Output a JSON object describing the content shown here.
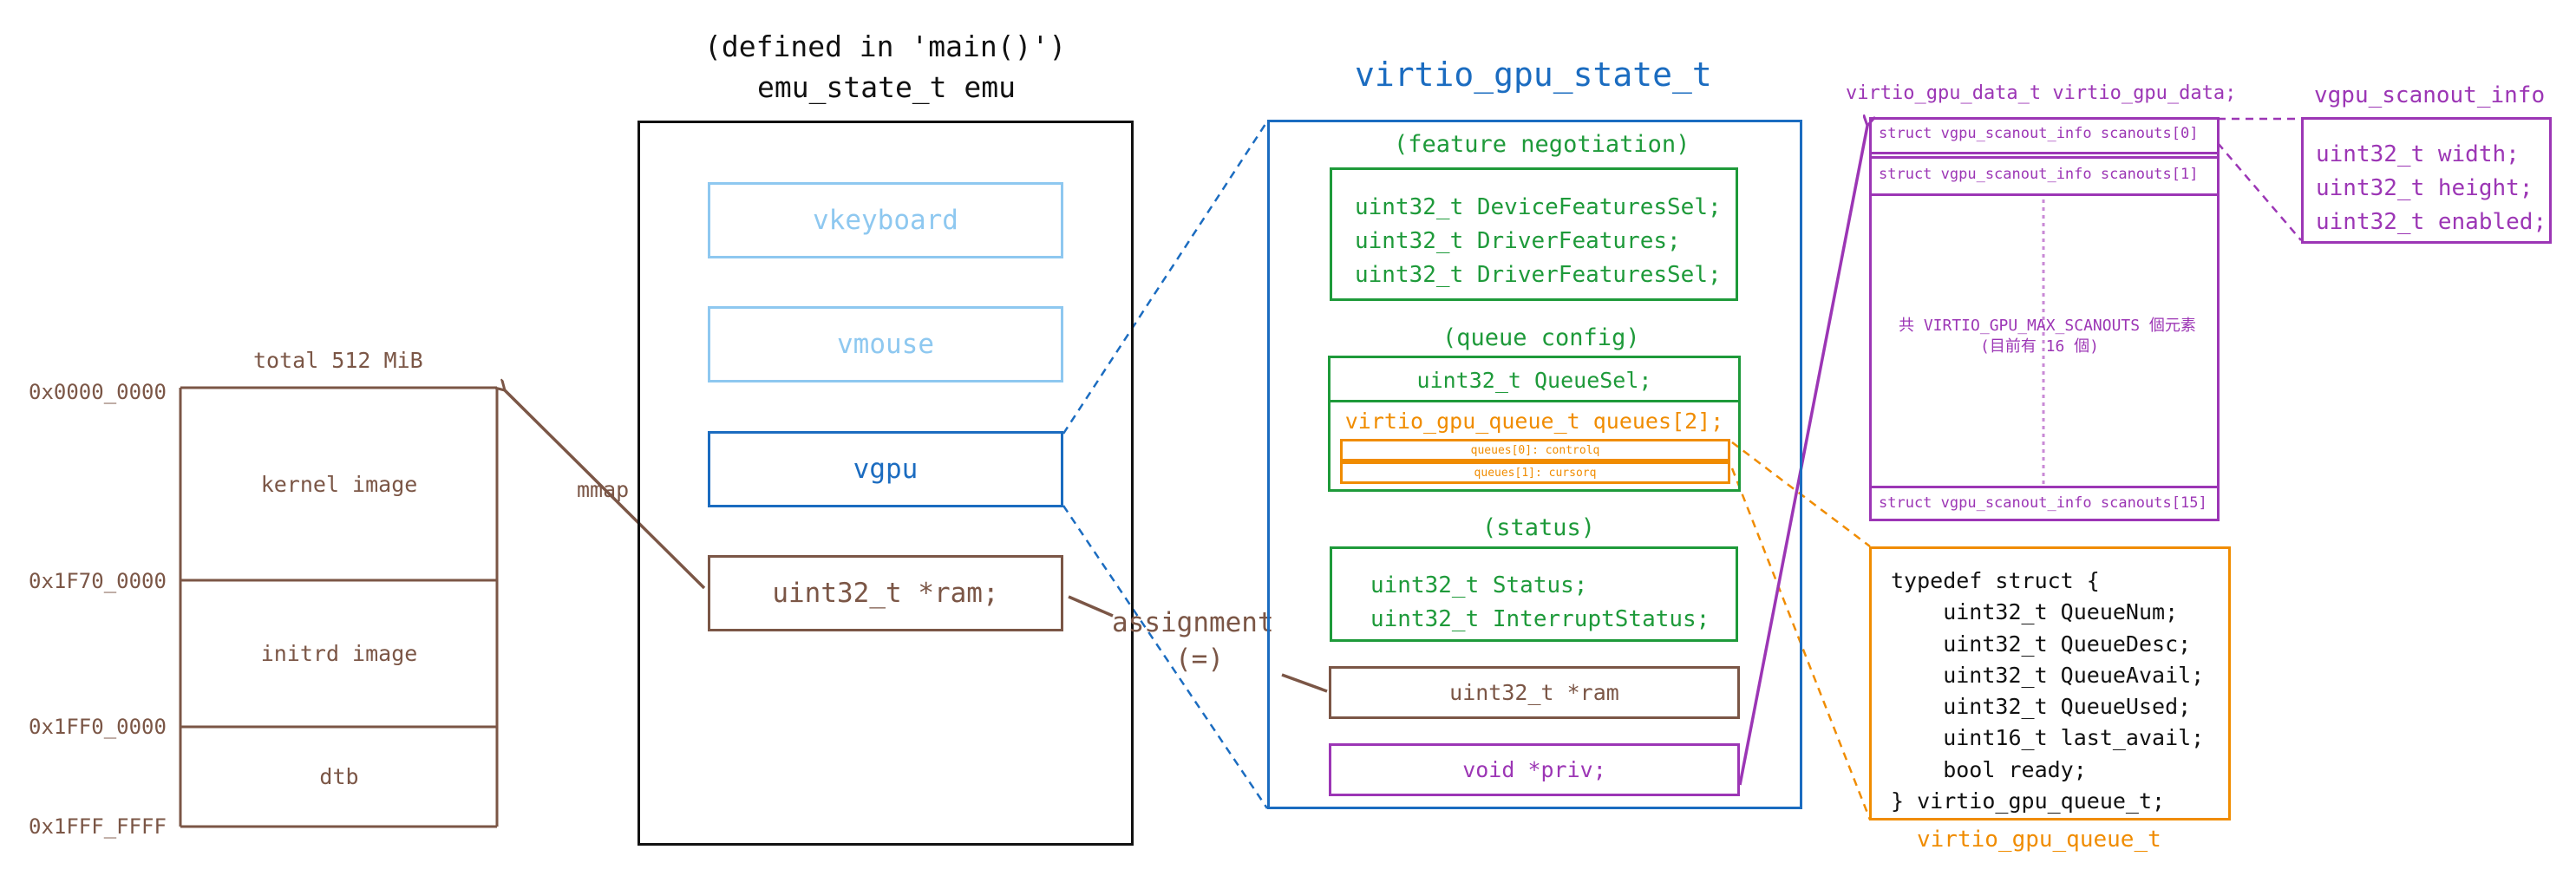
{
  "memory": {
    "total": "total 512 MiB",
    "addresses": [
      "0x0000_0000",
      "0x1F70_0000",
      "0x1FF0_0000",
      "0x1FFF_FFFF"
    ],
    "regions": [
      "kernel image",
      "initrd image",
      "dtb"
    ],
    "mmap_label": "mmap"
  },
  "emu": {
    "defined_in": "(defined in 'main()')",
    "title": "emu_state_t emu",
    "fields": [
      "vkeyboard",
      "vmouse",
      "vgpu",
      "uint32_t *ram;"
    ]
  },
  "assignment": [
    "assignment",
    "(=)"
  ],
  "vgpu_state": {
    "title": "virtio_gpu_state_t",
    "feature_title": "(feature negotiation)",
    "feature_lines": [
      "uint32_t DeviceFeaturesSel;",
      "uint32_t DriverFeatures;",
      "uint32_t DriverFeaturesSel;"
    ],
    "queue_title": "(queue config)",
    "queue_sel": "uint32_t QueueSel;",
    "queues": "virtio_gpu_queue_t queues[2];",
    "queue_items": [
      "queues[0]: controlq",
      "queues[1]: cursorq"
    ],
    "status_title": "(status)",
    "status_lines": [
      "uint32_t Status;",
      "uint32_t InterruptStatus;"
    ],
    "ram": "uint32_t *ram",
    "priv": "void *priv;"
  },
  "gpu_data": {
    "title": "virtio_gpu_data_t virtio_gpu_data;",
    "scanouts": [
      "struct vgpu_scanout_info scanouts[0]",
      "struct vgpu_scanout_info scanouts[1]",
      "struct vgpu_scanout_info scanouts[15]"
    ],
    "middle_note": [
      "共 VIRTIO_GPU_MAX_SCANOUTS 個元素",
      "(目前有 16 個)"
    ]
  },
  "scanout_info": {
    "title": "vgpu_scanout_info",
    "lines": [
      "uint32_t width;",
      "uint32_t height;",
      "uint32_t enabled;"
    ]
  },
  "queue_type": {
    "lines": [
      "typedef struct {",
      "    uint32_t QueueNum;",
      "    uint32_t QueueDesc;",
      "    uint32_t QueueAvail;",
      "    uint32_t QueueUsed;",
      "    uint16_t last_avail;",
      "    bool ready;",
      "} virtio_gpu_queue_t;"
    ],
    "caption": "virtio_gpu_queue_t"
  },
  "colors": {
    "brown": "#7b5646",
    "blue": "#1b6cc0",
    "light_blue": "#8ec8f0",
    "green": "#1e9a3a",
    "orange": "#f08c00",
    "purple": "#9c36b5",
    "black": "#111111"
  }
}
